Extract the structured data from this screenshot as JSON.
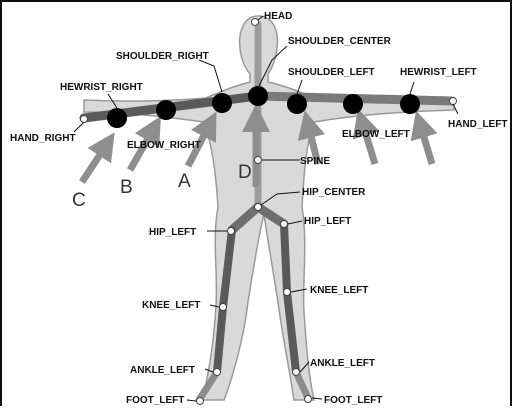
{
  "colors": {
    "body_fill": "#d9d9d9",
    "body_outline": "#9a9a9a",
    "bone_light": "#9c9c9c",
    "bone_dark": "#5a5a5a",
    "arrow": "#8e8e8e",
    "joint_big": "#000000",
    "joint_small_fill": "#ffffff"
  },
  "labels": {
    "head": "HEAD",
    "shoulder_center": "SHOULDER_CENTER",
    "shoulder_right": "SHOULDER_RIGHT",
    "shoulder_left": "SHOULDER_LEFT",
    "hewrist_right": "HEWRIST_RIGHT",
    "hewrist_left": "HEWRIST_LEFT",
    "hand_right": "HAND_RIGHT",
    "hand_left": "HAND_LEFT",
    "elbow_right": "ELBOW_RIGHT",
    "elbow_left": "ELBOW_LEFT",
    "spine": "SPINE",
    "hip_center": "HIP_CENTER",
    "hip_left_a": "HIP_LEFT",
    "hip_left_b": "HIP_LEFT",
    "knee_left_a": "KNEE_LEFT",
    "knee_left_b": "KNEE_LEFT",
    "ankle_left_a": "ANKLE_LEFT",
    "ankle_left_b": "ANKLE_LEFT",
    "foot_left_a": "FOOT_LEFT",
    "foot_left_b": "FOOT_LEFT"
  },
  "arrow_letters": {
    "a": "A",
    "b": "B",
    "c": "C",
    "d": "D"
  }
}
